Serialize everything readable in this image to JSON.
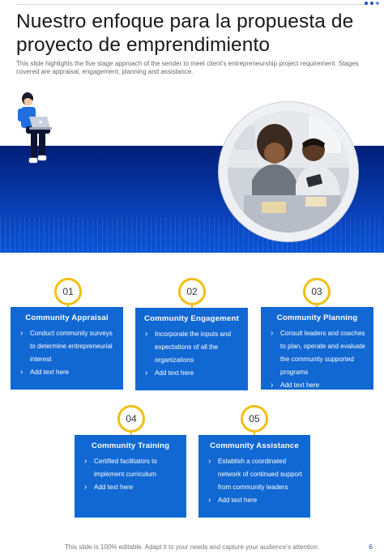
{
  "header": {
    "title": "Nuestro enfoque para la propuesta de proyecto de emprendimiento",
    "subtitle": "This slide highlights the five stage approach of the sender to meet client's entrepreneurship project requirement. Stages covered are appraisal, engagement, planning and assistance."
  },
  "accent_colors": {
    "primary_blue": "#1268d3",
    "dark_blue": "#021e78",
    "badge_yellow": "#f2bf12"
  },
  "illustrations": {
    "person": "person-with-laptop-icon",
    "photo": "team-meeting-photo"
  },
  "stages": [
    {
      "number": "01",
      "title": "Community Appraisal",
      "bullets": [
        "Conduct community surveys to determine entrepreneurial interest",
        "Add text here"
      ]
    },
    {
      "number": "02",
      "title": "Community Engagement",
      "bullets": [
        "Incorporate the inputs and expectations of all the organizations",
        "Add text here"
      ]
    },
    {
      "number": "03",
      "title": "Community Planning",
      "bullets": [
        "Consult leaders and coaches to plan, operate and evaluate the community supported programs",
        "Add text here"
      ]
    },
    {
      "number": "04",
      "title": "Community Training",
      "bullets": [
        "Certified facilitators to implement curriculum",
        "Add text here"
      ]
    },
    {
      "number": "05",
      "title": "Community Assistance",
      "bullets": [
        "Establish a coordinated network of continued support from community leaders",
        "Add text here"
      ]
    }
  ],
  "footer": {
    "note": "This slide is 100% editable. Adapt it to your needs and capture your audience's attention.",
    "page_number": "6"
  }
}
